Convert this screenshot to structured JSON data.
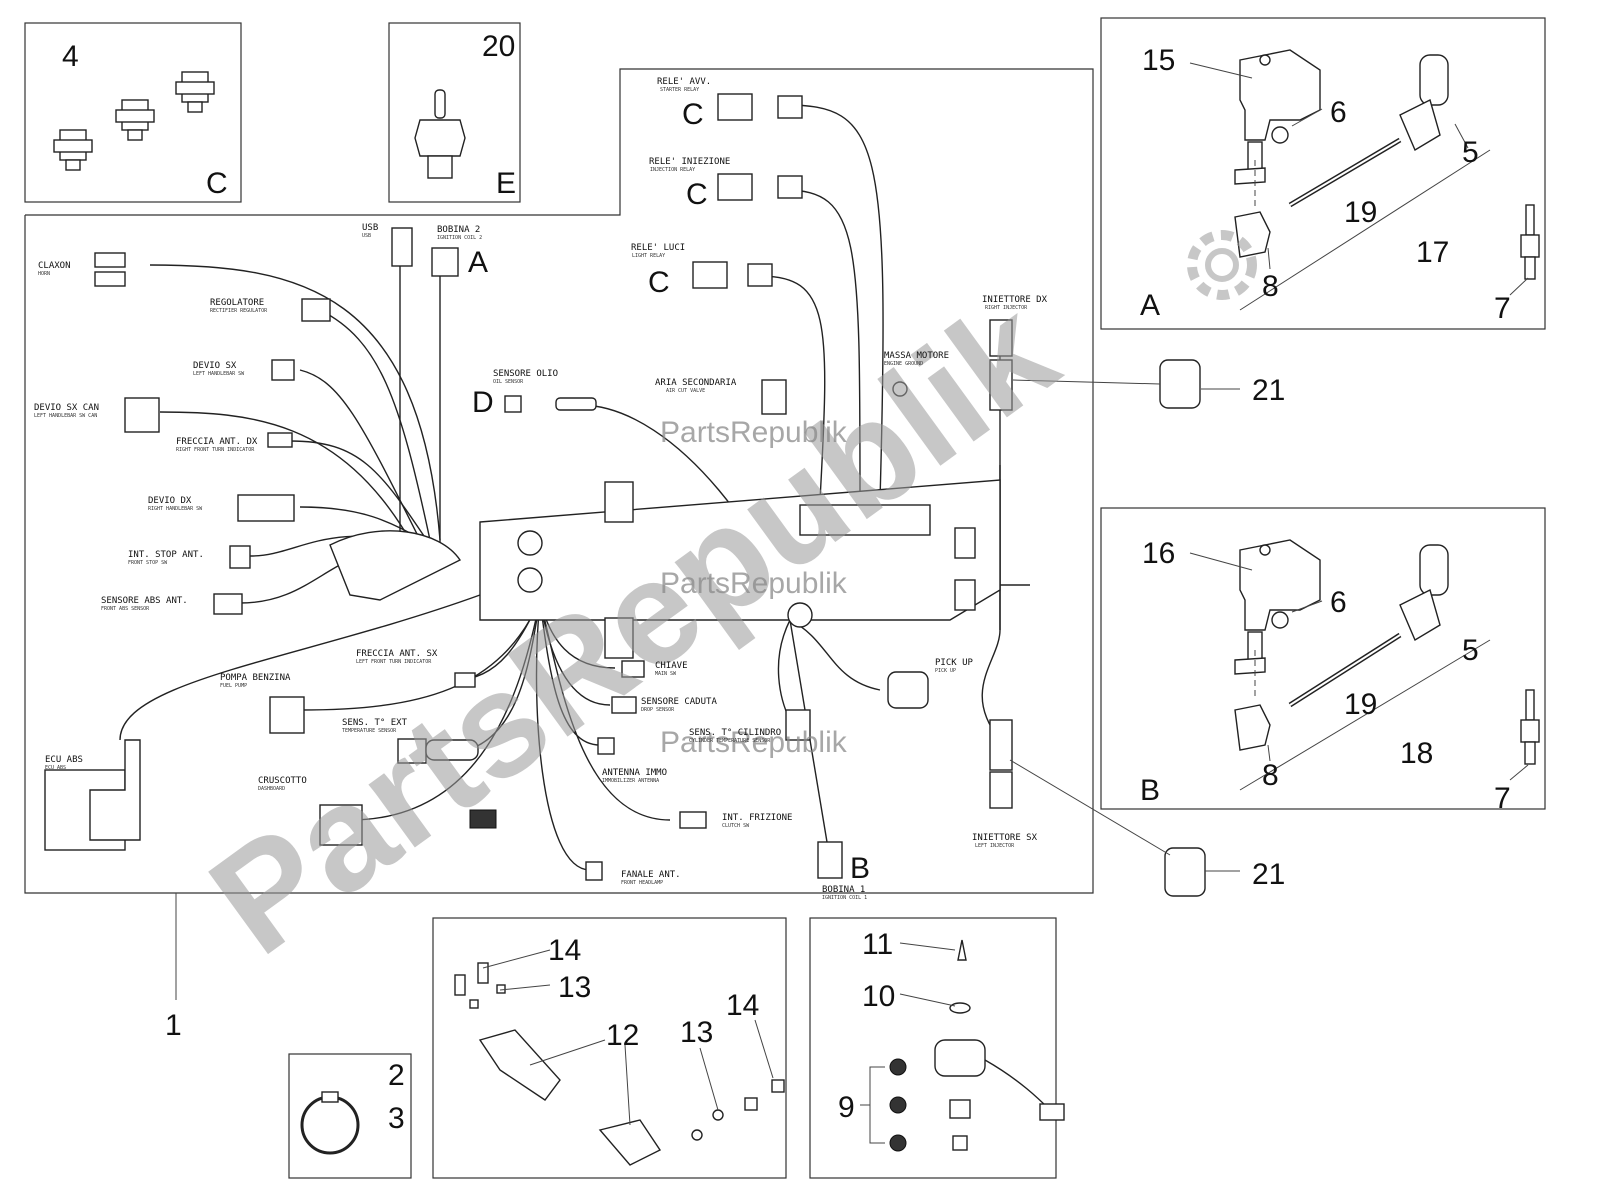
{
  "watermark": {
    "main": "PartsRepublik",
    "small": [
      "PartsRepublik",
      "PartsRepublik",
      "PartsRepublik"
    ]
  },
  "callouts": {
    "n1": "1",
    "n2": "2",
    "n3": "3",
    "n4": "4",
    "n5a": "5",
    "n5b": "5",
    "n6a": "6",
    "n6b": "6",
    "n7a": "7",
    "n7b": "7",
    "n8a": "8",
    "n8b": "8",
    "n9": "9",
    "n10": "10",
    "n11": "11",
    "n12": "12",
    "n13a": "13",
    "n13b": "13",
    "n14a": "14",
    "n14b": "14",
    "n15": "15",
    "n16": "16",
    "n17": "17",
    "n18": "18",
    "n19a": "19",
    "n19b": "19",
    "n20": "20",
    "n21a": "21",
    "n21b": "21"
  },
  "letters": {
    "box_c": "C",
    "box_e": "E",
    "box_a": "A",
    "box_b": "B",
    "conn_a": "A",
    "conn_b": "B",
    "conn_c1": "C",
    "conn_c2": "C",
    "conn_c3": "C",
    "conn_d": "D"
  },
  "labels": {
    "rele_avv": "RELE' AVV.",
    "rele_avv_en": "STARTER RELAY",
    "rele_iniezione": "RELE' INIEZIONE",
    "rele_iniezione_en": "INJECTION RELAY",
    "rele_luci": "RELE' LUCI",
    "rele_luci_en": "LIGHT RELAY",
    "usb": "USB",
    "usb_en": "USB",
    "bobina2": "BOBINA 2",
    "bobina2_en": "IGNITION COIL 2",
    "claxon": "CLAXON",
    "claxon_en": "HORN",
    "regolatore": "REGOLATORE",
    "regolatore_en": "RECTIFIER REGULATOR",
    "devio_sx": "DEVIO SX",
    "devio_sx_en": "LEFT HANDLEBAR SW",
    "devio_sx_can": "DEVIO SX CAN",
    "devio_sx_can_en": "LEFT HANDLEBAR SW CAN",
    "freccia_ant_dx": "FRECCIA ANT. DX",
    "freccia_ant_dx_en": "RIGHT FRONT TURN INDICATOR",
    "devio_dx": "DEVIO DX",
    "devio_dx_en": "RIGHT HANDLEBAR SW",
    "int_stop_ant": "INT. STOP ANT.",
    "int_stop_ant_en": "FRONT STOP SW",
    "sensore_abs_ant": "SENSORE ABS ANT.",
    "sensore_abs_ant_en": "FRONT ABS SENSOR",
    "sensore_olio": "SENSORE OLIO",
    "sensore_olio_en": "OIL SENSOR",
    "aria_secondaria": "ARIA SECONDARIA",
    "aria_secondaria_en": "AIR CUT VALVE",
    "massa_motore": "MASSA MOTORE",
    "massa_motore_en": "ENGINE GROUND",
    "iniettore_dx": "INIETTORE DX",
    "iniettore_dx_en": "RIGHT INJECTOR",
    "iniettore_sx": "INIETTORE SX",
    "iniettore_sx_en": "LEFT INJECTOR",
    "freccia_ant_sx": "FRECCIA ANT. SX",
    "freccia_ant_sx_en": "LEFT FRONT TURN INDICATOR",
    "pompa_benzina": "POMPA BENZINA",
    "pompa_benzina_en": "FUEL PUMP",
    "sens_t_ext": "SENS. T° EXT",
    "sens_t_ext_en": "TEMPERATURE SENSOR",
    "ecu_abs": "ECU ABS",
    "ecu_abs_en": "ECU ABS",
    "cruscotto": "CRUSCOTTO",
    "cruscotto_en": "DASHBOARD",
    "chiave": "CHIAVE",
    "chiave_en": "MAIN SW",
    "sensore_caduta": "SENSORE CADUTA",
    "sensore_caduta_en": "DROP SENSOR",
    "sens_t_cilindro": "SENS. T° CILINDRO",
    "sens_t_cilindro_en": "CYLINDER TEMPERATURE SENSOR",
    "antenna_immo": "ANTENNA IMMO",
    "antenna_immo_en": "IMMOBILIZER ANTENNA",
    "int_frizione": "INT. FRIZIONE",
    "int_frizione_en": "CLUTCH SW",
    "fanale_ant": "FANALE ANT.",
    "fanale_ant_en": "FRONT HEADLAMP",
    "pick_up": "PICK UP",
    "pick_up_en": "PICK UP",
    "bobina1": "BOBINA 1",
    "bobina1_en": "IGNITION COIL 1"
  }
}
